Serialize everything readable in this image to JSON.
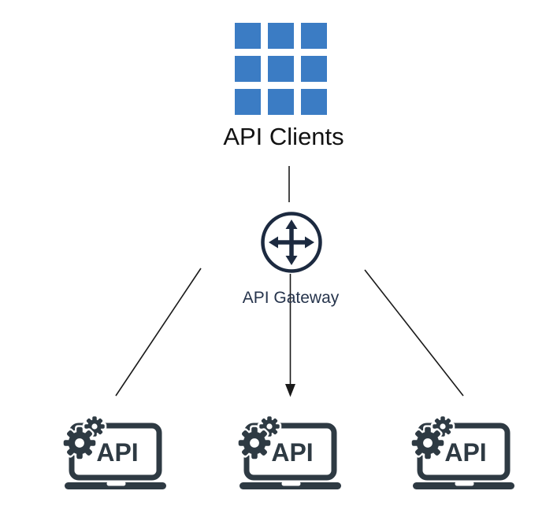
{
  "diagram": {
    "background": "#ffffff",
    "clients": {
      "label": "API Clients",
      "icon": "grid-3x3-icon",
      "color": "#3b7cc4"
    },
    "gateway": {
      "label": "API Gateway",
      "icon": "cross-arrows-router-icon",
      "color": "#1c2a40"
    },
    "services": [
      {
        "label": "API",
        "icon": "laptop-gears-icon"
      },
      {
        "label": "API",
        "icon": "laptop-gears-icon"
      },
      {
        "label": "API",
        "icon": "laptop-gears-icon"
      }
    ],
    "colors": {
      "client_blue": "#3b7cc4",
      "gateway_navy": "#1c2a40",
      "service_charcoal": "#2e3a43",
      "connector_line": "#1a1a1a"
    },
    "connections": [
      {
        "from": "API Clients",
        "to": "API Gateway",
        "arrow": false
      },
      {
        "from": "API Gateway",
        "to": "service-left",
        "arrow": false
      },
      {
        "from": "API Gateway",
        "to": "service-middle",
        "arrow": true
      },
      {
        "from": "API Gateway",
        "to": "service-right",
        "arrow": false
      }
    ]
  }
}
